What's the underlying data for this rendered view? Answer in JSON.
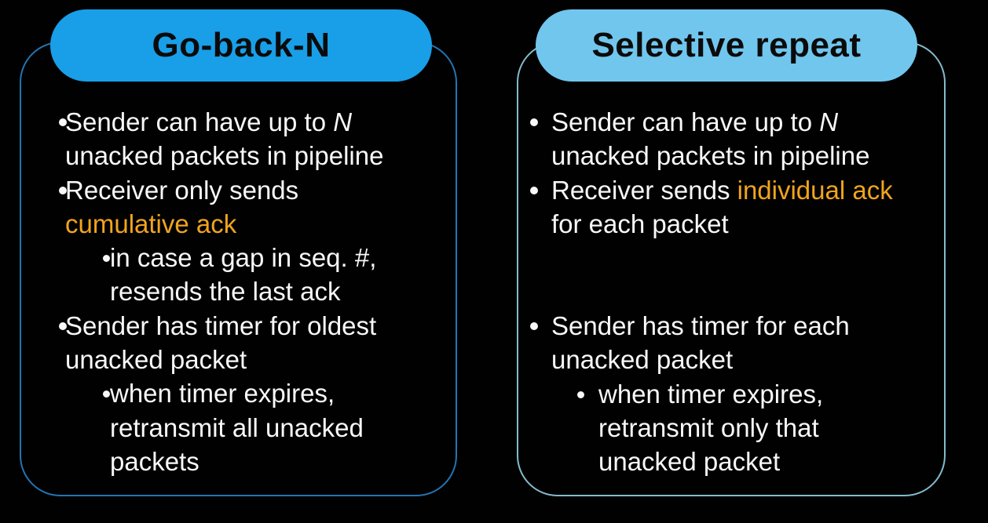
{
  "colors": {
    "background": "#010101",
    "text": "#F8F8F8",
    "highlight": "#F0A41D",
    "title_text": "#0B0B0B"
  },
  "panels": [
    {
      "title": "Go-back-N",
      "colors": {
        "pill": "#189FE8",
        "border": "#2374B2"
      },
      "lines": [
        {
          "type": "bullet-1",
          "segments": [
            {
              "t": "Sender can have up to "
            },
            {
              "t": "N",
              "style": "italic"
            }
          ]
        },
        {
          "type": "cont-1",
          "segments": [
            {
              "t": "unacked packets in pipeline"
            }
          ]
        },
        {
          "type": "bullet-1",
          "segments": [
            {
              "t": "Receiver only sends"
            }
          ]
        },
        {
          "type": "cont-1",
          "segments": [
            {
              "t": "cumulative ack",
              "style": "highlight"
            }
          ]
        },
        {
          "type": "bullet-2",
          "segments": [
            {
              "t": "in case a gap in seq. #,"
            }
          ]
        },
        {
          "type": "cont-2",
          "segments": [
            {
              "t": "resends the last ack"
            }
          ]
        },
        {
          "type": "bullet-1",
          "segments": [
            {
              "t": "Sender has timer for oldest"
            }
          ]
        },
        {
          "type": "cont-1",
          "segments": [
            {
              "t": "unacked packet"
            }
          ]
        },
        {
          "type": "bullet-2",
          "segments": [
            {
              "t": "when timer expires,"
            }
          ]
        },
        {
          "type": "cont-2",
          "segments": [
            {
              "t": "retransmit all unacked"
            }
          ]
        },
        {
          "type": "cont-2",
          "segments": [
            {
              "t": "packets"
            }
          ]
        }
      ]
    },
    {
      "title": "Selective repeat",
      "colors": {
        "pill": "#71C6ED",
        "border": "#85BACC"
      },
      "lines": [
        {
          "type": "bullet-1",
          "segments": [
            {
              "t": "Sender can have up to "
            },
            {
              "t": "N",
              "style": "italic"
            }
          ]
        },
        {
          "type": "cont-1",
          "segments": [
            {
              "t": "unacked packets in pipeline"
            }
          ]
        },
        {
          "type": "bullet-1",
          "segments": [
            {
              "t": "Receiver sends "
            },
            {
              "t": "individual ack",
              "style": "highlight"
            }
          ]
        },
        {
          "type": "cont-1",
          "segments": [
            {
              "t": "for each packet"
            }
          ]
        },
        {
          "type": "gap",
          "segments": []
        },
        {
          "type": "bullet-1",
          "segments": [
            {
              "t": "Sender has timer for each"
            }
          ]
        },
        {
          "type": "cont-1",
          "segments": [
            {
              "t": "unacked packet"
            }
          ]
        },
        {
          "type": "bullet-2",
          "segments": [
            {
              "t": "when timer expires,"
            }
          ]
        },
        {
          "type": "cont-2",
          "segments": [
            {
              "t": "retransmit only that"
            }
          ]
        },
        {
          "type": "cont-2",
          "segments": [
            {
              "t": "unacked packet"
            }
          ]
        }
      ]
    }
  ]
}
